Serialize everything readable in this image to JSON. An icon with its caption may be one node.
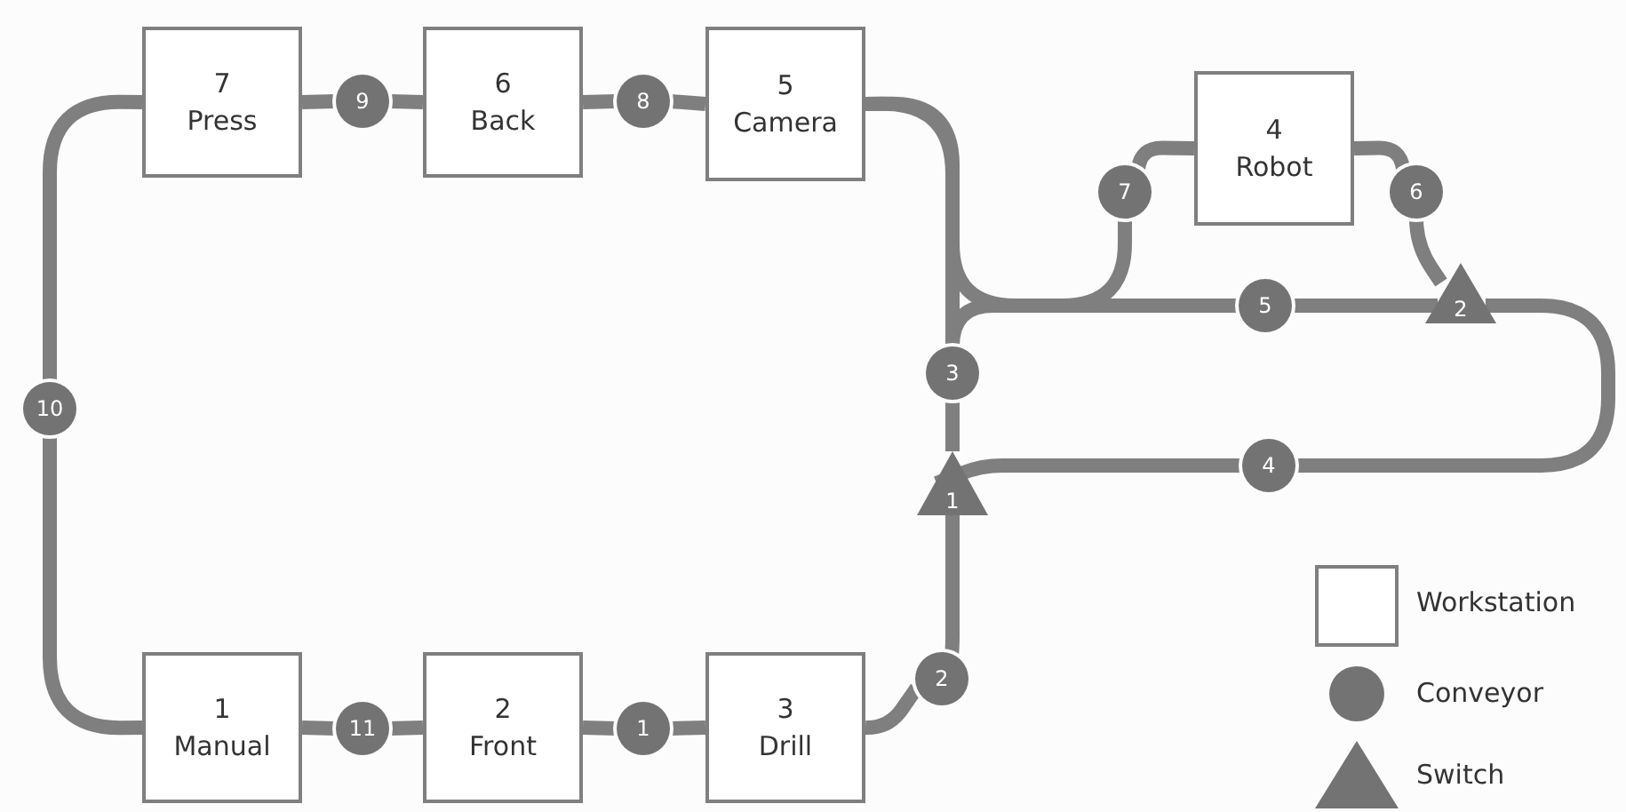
{
  "diagram": {
    "nodes": [
      {
        "text": [
          "7",
          "Press"
        ]
      },
      {
        "text": [
          "6",
          "Back"
        ]
      },
      {
        "text": [
          "5",
          "Camera"
        ]
      },
      {
        "text": [
          "4",
          "Robot"
        ]
      },
      {
        "text": [
          "1",
          "Manual"
        ]
      },
      {
        "text": [
          "2",
          "Front"
        ]
      },
      {
        "text": [
          "3",
          "Drill"
        ]
      },
      {
        "text": [
          "9"
        ]
      },
      {
        "text": [
          "8"
        ]
      },
      {
        "text": [
          "7"
        ]
      },
      {
        "text": [
          "6"
        ]
      },
      {
        "text": [
          "5"
        ]
      },
      {
        "text": [
          "3"
        ]
      },
      {
        "text": [
          "4"
        ]
      },
      {
        "text": [
          "10"
        ]
      },
      {
        "text": [
          "11"
        ]
      },
      {
        "text": [
          "1"
        ]
      },
      {
        "text": [
          "2"
        ]
      },
      {
        "text": [
          "2"
        ]
      },
      {
        "text": [
          "1"
        ]
      }
    ],
    "edges": [
      {
        "from": 0,
        "to": 7,
        "arrow": "none"
      },
      {
        "from": 7,
        "to": 1,
        "arrow": "none"
      },
      {
        "from": 1,
        "to": 8,
        "arrow": "none"
      },
      {
        "from": 8,
        "to": 2,
        "arrow": "none"
      },
      {
        "from": 12,
        "to": 2,
        "arrow": "none"
      },
      {
        "from": 12,
        "to": 11,
        "arrow": "none"
      },
      {
        "from": 9,
        "to": 2,
        "arrow": "none"
      },
      {
        "from": 3,
        "to": 9,
        "arrow": "none"
      },
      {
        "from": 3,
        "to": 10,
        "arrow": "none"
      },
      {
        "from": 10,
        "to": 18,
        "arrow": "none"
      },
      {
        "from": 11,
        "to": 18,
        "arrow": "none"
      },
      {
        "from": 18,
        "to": 13,
        "arrow": "none"
      },
      {
        "from": 13,
        "to": 19,
        "arrow": "none"
      },
      {
        "from": 19,
        "to": 12,
        "arrow": "none"
      },
      {
        "from": 19,
        "to": 17,
        "arrow": "none"
      },
      {
        "from": 17,
        "to": 6,
        "arrow": "none"
      },
      {
        "from": 6,
        "to": 16,
        "arrow": "none"
      },
      {
        "from": 16,
        "to": 5,
        "arrow": "none"
      },
      {
        "from": 5,
        "to": 15,
        "arrow": "none"
      },
      {
        "from": 15,
        "to": 4,
        "arrow": "none"
      },
      {
        "from": 4,
        "to": 14,
        "arrow": "none"
      },
      {
        "from": 14,
        "to": 0,
        "arrow": "none"
      }
    ],
    "legend": [
      {
        "text": "Workstation"
      },
      {
        "text": "Conveyor"
      },
      {
        "text": "Switch"
      }
    ]
  }
}
